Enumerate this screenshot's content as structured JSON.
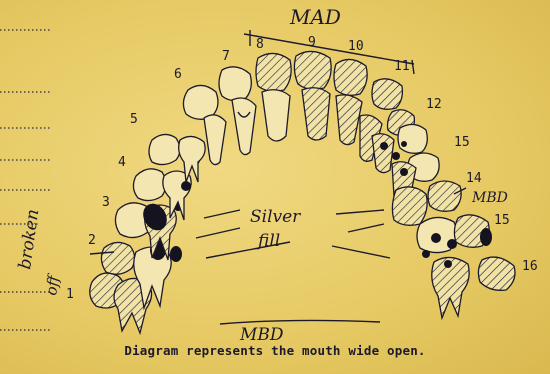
{
  "labels": {
    "top": "MAD",
    "bottom": "MBD",
    "right": "MBD",
    "silver_1": "Silver",
    "silver_2": "fill",
    "broken_1": "broken",
    "broken_2": "off"
  },
  "tooth_numbers": {
    "n1": "1",
    "n2": "2",
    "n3": "3",
    "n4": "4",
    "n5": "5",
    "n6": "6",
    "n7": "7",
    "n8": "8",
    "n9": "9",
    "n10": "10",
    "n11": "11",
    "n12": "12",
    "n13": "15",
    "n14": "14",
    "n15": "15",
    "n16": "16"
  },
  "caption": "Diagram represents the mouth wide open."
}
